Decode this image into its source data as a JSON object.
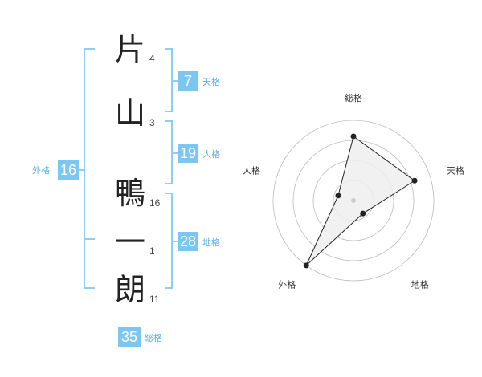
{
  "name_chars": [
    {
      "char": "片",
      "strokes": "4"
    },
    {
      "char": "山",
      "strokes": "3"
    },
    {
      "char": "鴨",
      "strokes": "16"
    },
    {
      "char": "一",
      "strokes": "1"
    },
    {
      "char": "朗",
      "strokes": "11"
    }
  ],
  "fortunes": {
    "tenkaku": {
      "value": "7",
      "label": "天格"
    },
    "jinkaku": {
      "value": "19",
      "label": "人格"
    },
    "chikaku": {
      "value": "28",
      "label": "地格"
    },
    "gaikaku": {
      "value": "16",
      "label": "外格"
    },
    "soukaku": {
      "value": "35",
      "label": "総格"
    }
  },
  "chart_data": {
    "type": "radar",
    "axes": [
      "総格",
      "天格",
      "地格",
      "外格",
      "人格"
    ],
    "values": [
      4,
      4,
      1,
      5,
      1
    ],
    "range": [
      0,
      5
    ],
    "rings": 4,
    "colors": {
      "fill": "#eeeeee",
      "stroke": "#222222",
      "grid": "#bbbbbb",
      "center": "#cccccc"
    }
  },
  "colors": {
    "accent": "#7cc6f3",
    "accent_text": "#55b3ea"
  }
}
